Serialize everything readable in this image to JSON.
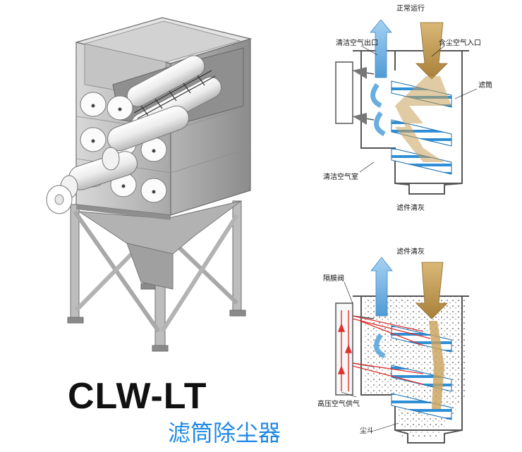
{
  "product": {
    "model": "CLW-LT",
    "name": "滤筒除尘器"
  },
  "diagrams": {
    "normal": {
      "title": "正常运行",
      "clean_outlet": "清洁空气出口",
      "dusty_inlet": "含尘空气入口",
      "filter": "滤筒",
      "clean_chamber": "清洁空气室",
      "cleaning": "滤件清灰"
    },
    "cleaning": {
      "title": "滤件清灰",
      "diaphragm_valve": "隔膜阀",
      "hp_air": "高压空气供气",
      "hopper": "尘斗"
    }
  },
  "colors": {
    "machine_body": "#c9c9c9",
    "machine_dark": "#9a9a9a",
    "filter_blue": "#2f8fd6",
    "clean_air": "#6aaee0",
    "dust": "#c9a15a",
    "pulse_red": "#e03030",
    "name_blue": "#1e88e5"
  }
}
